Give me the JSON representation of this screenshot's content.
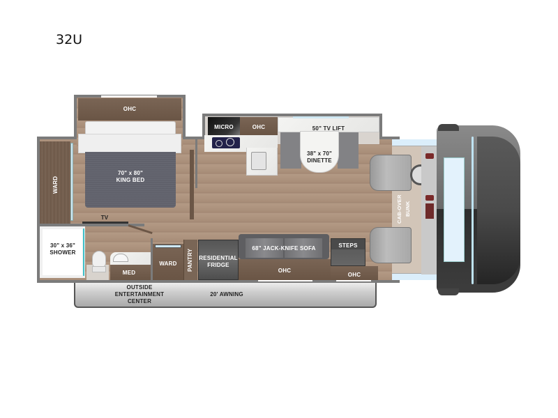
{
  "model": "32U",
  "floorplan": {
    "bedroom": {
      "ohc": "OHC",
      "bed_size": "70\" x 80\"",
      "bed_label": "KING BED",
      "ward": "WARD",
      "tv": "TV"
    },
    "kitchen": {
      "micro": "MICRO",
      "ohc": "OHC",
      "tv_lift": "50\" TV LIFT",
      "dinette_size": "38\" x 70\"",
      "dinette_label": "DINETTE"
    },
    "bath": {
      "shower_size": "30\" x 36\"",
      "shower_label": "SHOWER",
      "med": "MED"
    },
    "hall": {
      "ward": "WARD",
      "pantry": "PANTRY",
      "fridge_line1": "RESIDENTIAL",
      "fridge_line2": "FRIDGE"
    },
    "living": {
      "sofa": "68\" JACK-KNIFE SOFA",
      "ohc": "OHC",
      "steps": "STEPS",
      "steps_ohc": "OHC"
    },
    "cab": {
      "bunk_line1": "CAB-OVER",
      "bunk_line2": "BUNK"
    },
    "exterior": {
      "ent_line1": "OUTSIDE",
      "ent_line2": "ENTERTAINMENT",
      "ent_line3": "CENTER",
      "awning": "20' AWNING"
    }
  },
  "colors": {
    "wood": "#a88d78",
    "cabinet": "#725d4d",
    "wall": "#7b7b7b",
    "counter": "#efefed",
    "upholstery": "#7d7d80",
    "cab_body": "#3a3a3a",
    "glass": "#dff0fb"
  }
}
